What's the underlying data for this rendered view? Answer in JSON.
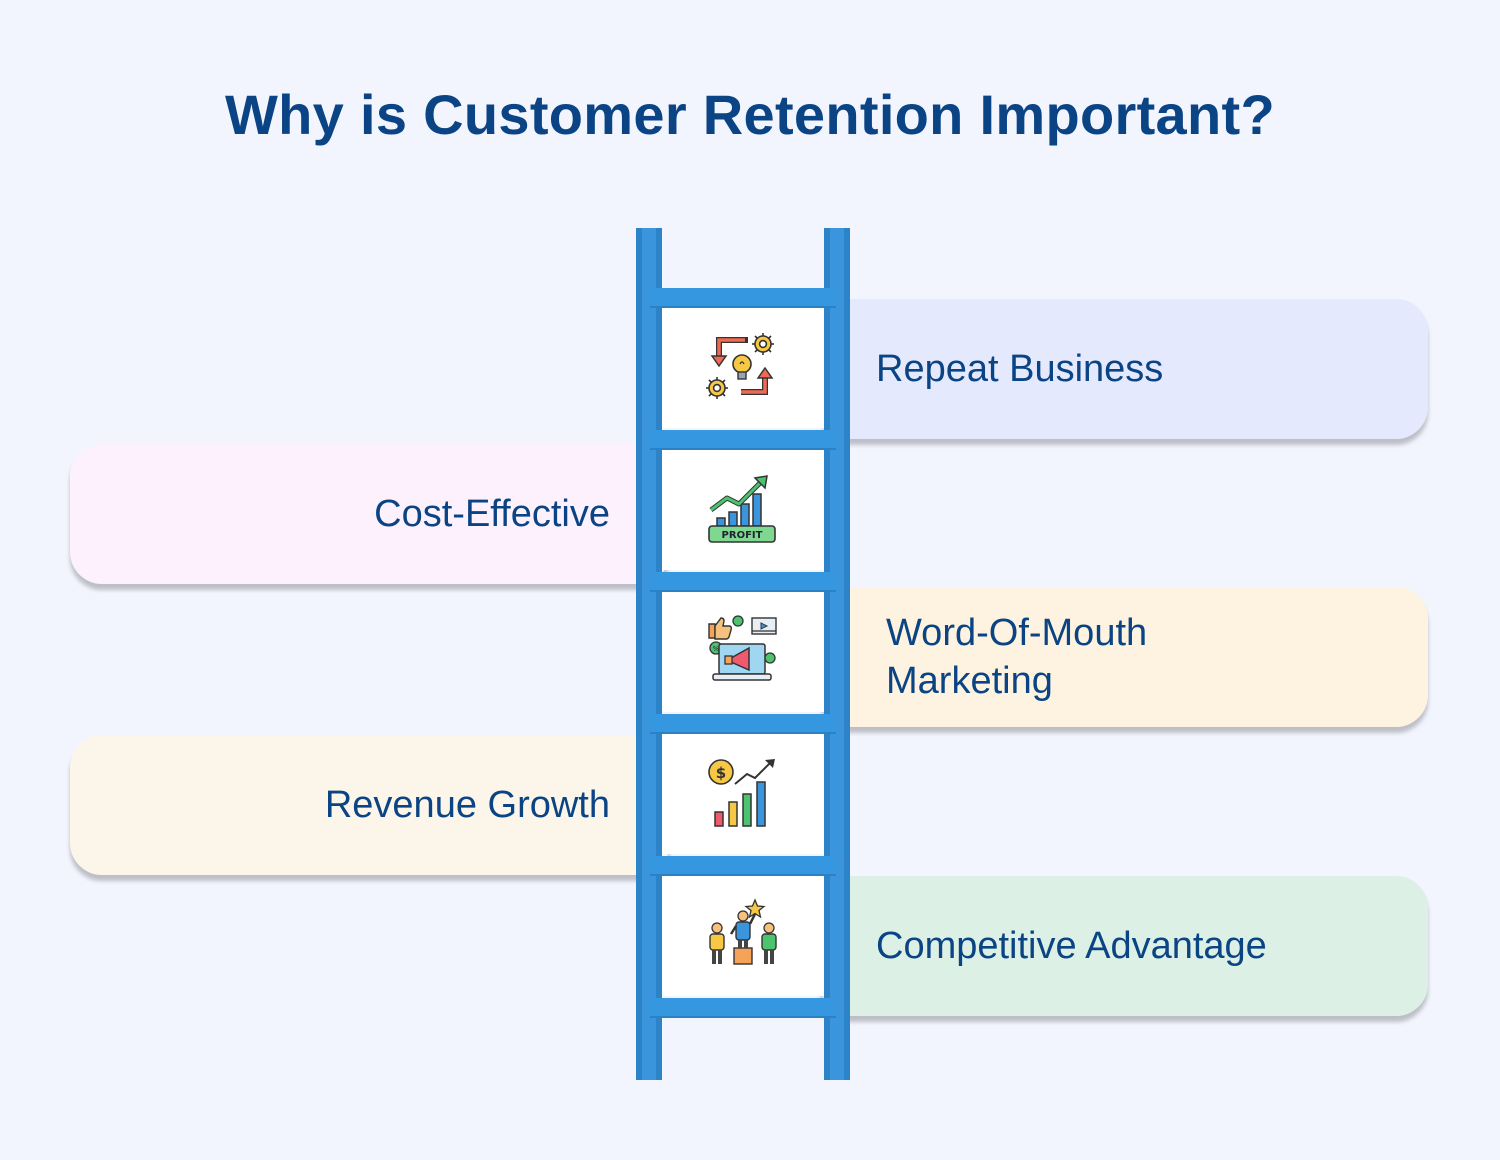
{
  "title": "Why is Customer Retention Important?",
  "steps": [
    {
      "label": "Repeat Business",
      "icon": "cycle-gears-bulb-icon",
      "side": "right",
      "color": "#e4e9fd"
    },
    {
      "label": "Cost-Effective",
      "icon": "profit-chart-icon",
      "side": "left",
      "color": "#fcf1fd"
    },
    {
      "label": "Word-Of-Mouth Marketing",
      "icon": "marketing-megaphone-icon",
      "side": "right",
      "color": "#fef3e0"
    },
    {
      "label": "Revenue Growth",
      "icon": "revenue-growth-chart-icon",
      "side": "left",
      "color": "#fcf6ea"
    },
    {
      "label": "Competitive Advantage",
      "icon": "podium-winner-icon",
      "side": "right",
      "color": "#ddf0e6"
    }
  ],
  "colors": {
    "title": "#0b4484",
    "ladder": "#3597e0",
    "background": "#f2f4fe"
  }
}
